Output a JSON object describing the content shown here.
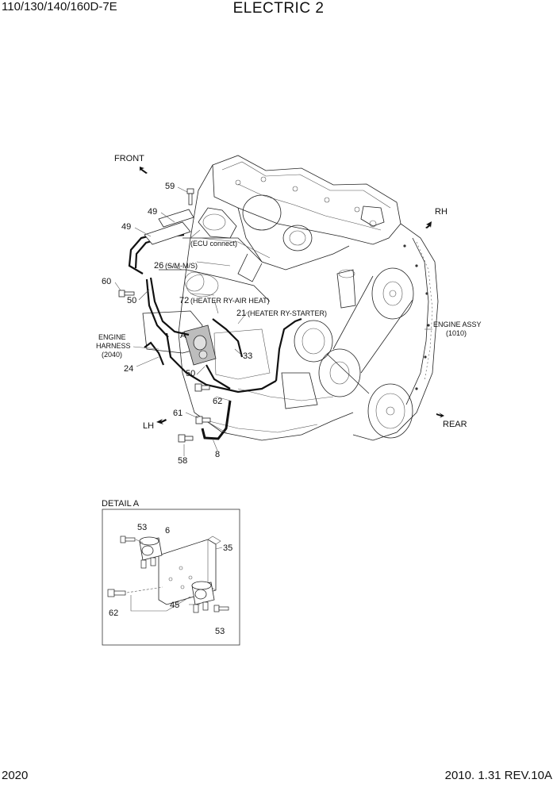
{
  "header": {
    "model": "110/130/140/160D-7E",
    "title": "ELECTRIC 2"
  },
  "footer": {
    "page": "2020",
    "revision": "2010. 1.31  REV.10A"
  },
  "directions": {
    "front": "FRONT",
    "rh": "RH",
    "lh": "LH",
    "rear": "REAR"
  },
  "callouts": {
    "c59": "59",
    "c49a": "49",
    "c49b": "49",
    "ecu": "(ECU connect)",
    "c26": "26",
    "c26note": "(S/M-M/S)",
    "c60": "60",
    "c50a": "50",
    "c72": "72",
    "c72note": "(HEATER RY-AIR HEAT)",
    "c21": "21",
    "c21note": "(HEATER RY-STARTER)",
    "detailMarker": "A",
    "engineHarness1": "ENGINE",
    "engineHarness2": "HARNESS",
    "engineHarness3": "(2040)",
    "c33": "33",
    "c24": "24",
    "c50b": "50",
    "c62": "62",
    "c61": "61",
    "c58": "58",
    "c8": "8",
    "engineAssy1": "ENGINE ASSY",
    "engineAssy2": "(1010)"
  },
  "detail": {
    "title": "DETAIL A",
    "c53a": "53",
    "c6": "6",
    "c35": "35",
    "c62": "62",
    "c45": "45",
    "c53b": "53"
  }
}
